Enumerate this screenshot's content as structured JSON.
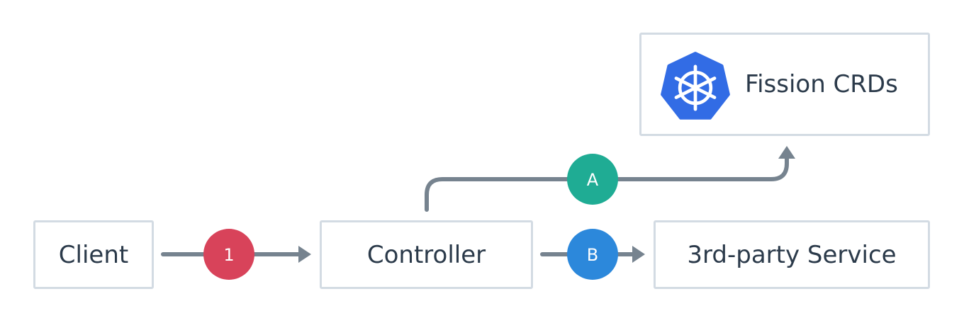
{
  "nodes": {
    "client": "Client",
    "controller": "Controller",
    "service": "3rd-party Service",
    "crds": "Fission CRDs"
  },
  "steps": {
    "one": "1",
    "a": "A",
    "b": "B"
  },
  "icons": {
    "crds_logo": "kubernetes-helm-icon"
  },
  "colors": {
    "arrow": "#76838f",
    "box_border": "#d3dbe3",
    "step_one": "#d8435a",
    "step_a": "#1fac94",
    "step_b": "#2c88db",
    "k8s_blue": "#326ce5"
  }
}
